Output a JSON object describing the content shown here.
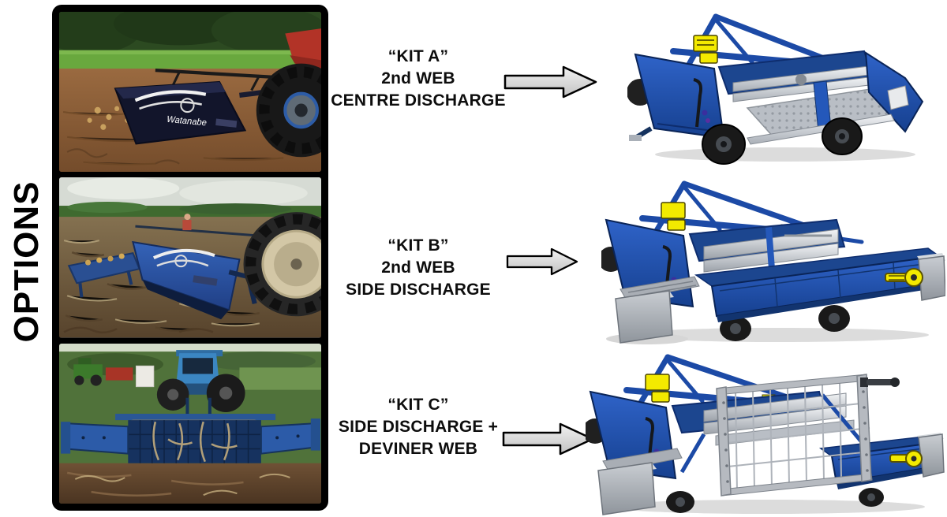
{
  "sidebar": {
    "label": "OPTIONS"
  },
  "kits": [
    {
      "id": "kit-a",
      "lines": [
        "“KIT A”",
        "2nd WEB",
        "CENTRE DISCHARGE"
      ]
    },
    {
      "id": "kit-b",
      "lines": [
        "“KIT B”",
        "2nd WEB",
        "SIDE DISCHARGE"
      ]
    },
    {
      "id": "kit-c",
      "lines": [
        "“KIT C”",
        "SIDE DISCHARGE +",
        "DEVINER WEB"
      ]
    }
  ],
  "photos": [
    {
      "name": "field-photo-harvester-behind-red-tractor",
      "brand": "Watanabe"
    },
    {
      "name": "field-photo-side-view-blue-harvester"
    },
    {
      "name": "field-photo-rear-view-blue-harvester"
    }
  ],
  "renders": [
    {
      "name": "cad-render-kit-a-centre-discharge"
    },
    {
      "name": "cad-render-kit-b-side-discharge"
    },
    {
      "name": "cad-render-kit-c-deviner-web"
    }
  ],
  "icons": {
    "arrow": "block-arrow-right"
  },
  "colors": {
    "machine_blue": "#2458ba",
    "machine_blue_dark": "#16408f",
    "accent_yellow": "#f3ea00",
    "arrow_fill": "#d9d9d9",
    "frame_black": "#000000",
    "background": "#ffffff"
  }
}
